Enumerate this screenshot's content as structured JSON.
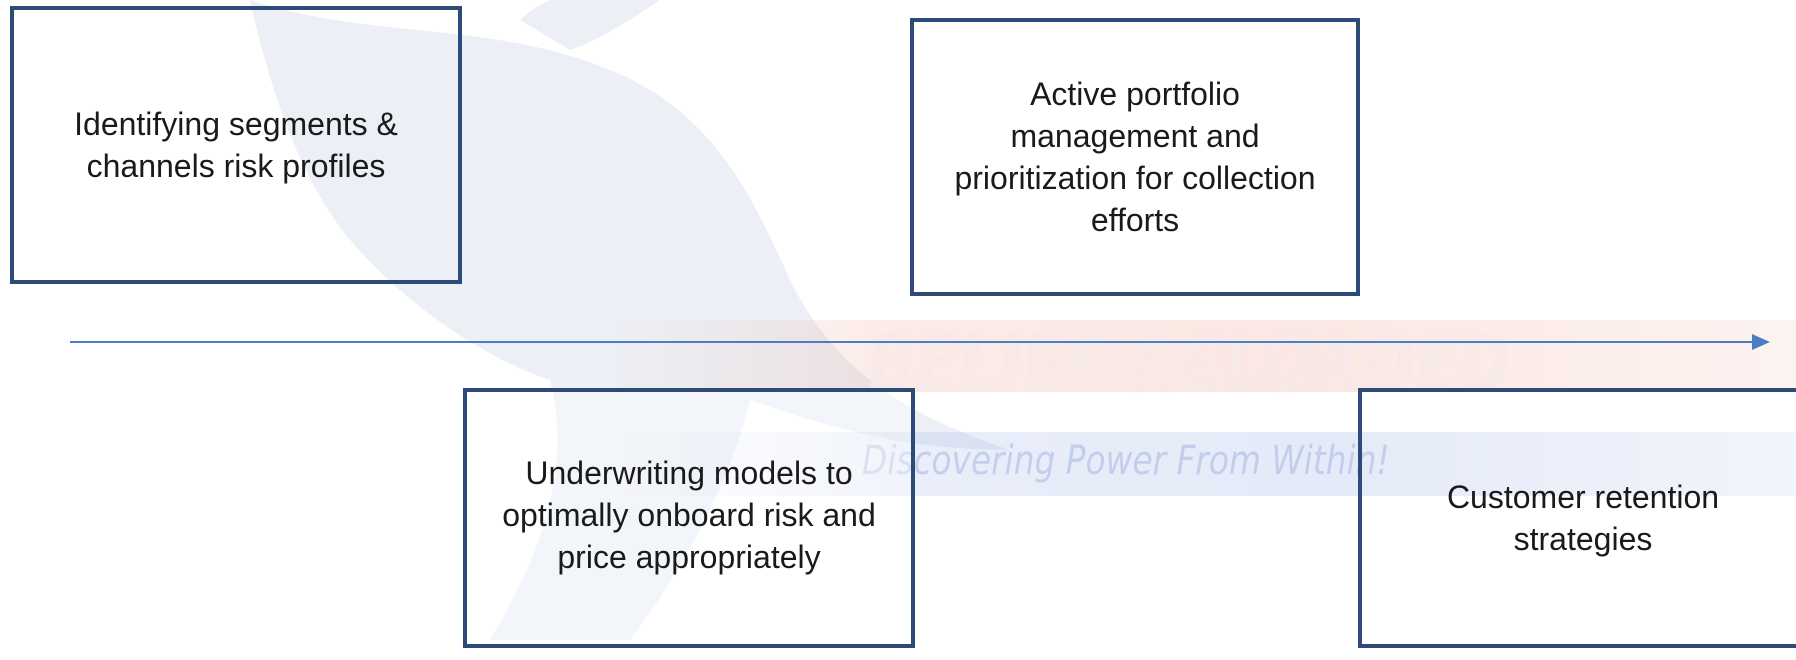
{
  "watermark": {
    "title": "BELIEF RELOADED",
    "tagline": "Discovering Power From Within!"
  },
  "boxes": [
    {
      "text": "Identifying segments & channels risk profiles"
    },
    {
      "text": "Active portfolio management and prioritization for collection efforts"
    },
    {
      "text": "Underwriting models to optimally onboard risk and price appropriately"
    },
    {
      "text": "Customer retention strategies"
    }
  ],
  "colors": {
    "box_border": "#2e4a78",
    "timeline": "#4a7ec2"
  }
}
